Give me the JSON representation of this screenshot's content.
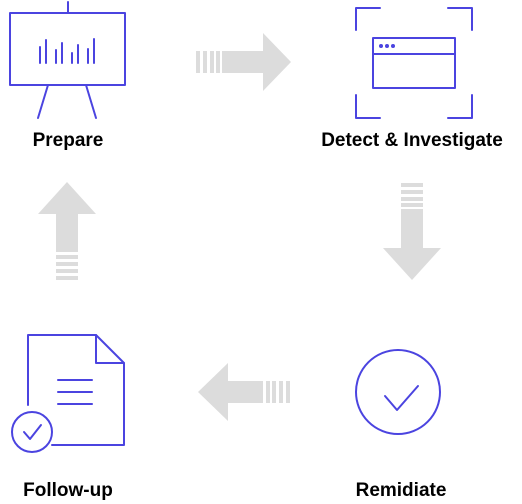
{
  "steps": [
    {
      "id": "prepare",
      "label": "Prepare",
      "icon": "presentation-board-icon"
    },
    {
      "id": "detect",
      "label": "Detect & Investigate",
      "icon": "browser-window-scan-icon"
    },
    {
      "id": "remediate",
      "label": "Remidiate",
      "icon": "check-circle-icon"
    },
    {
      "id": "follow-up",
      "label": "Follow-up",
      "icon": "document-check-icon"
    }
  ],
  "arrows": [
    {
      "from": "prepare",
      "to": "detect",
      "direction": "right"
    },
    {
      "from": "detect",
      "to": "remediate",
      "direction": "down"
    },
    {
      "from": "remediate",
      "to": "follow-up",
      "direction": "left"
    },
    {
      "from": "follow-up",
      "to": "prepare",
      "direction": "up"
    }
  ],
  "colors": {
    "icon_stroke": "#4B44E0",
    "arrow_fill": "#DCDCDC",
    "label_text": "#000000",
    "background": "#FFFFFF"
  }
}
